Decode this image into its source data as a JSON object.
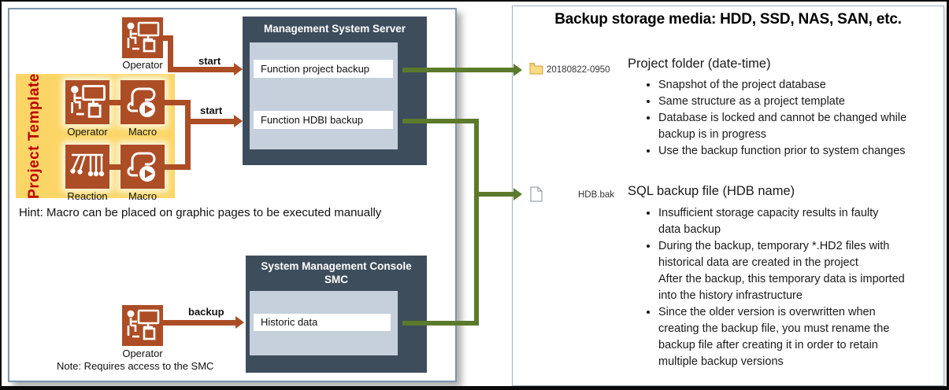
{
  "colors": {
    "rust": "#AC4D26",
    "dark_slate": "#3E4D5C",
    "inner_panel_blue": "#C5D0DC",
    "template_yellow": "#FBD666",
    "template_text_red": "#C00000",
    "connector_green": "#5C7A2C",
    "panel_border_blue": "#7D96AE"
  },
  "left_panel": {
    "operator_top_label": "Operator",
    "start_label_1": "start",
    "start_label_2": "start",
    "project_template_label": "Project Template",
    "operator_mid_label": "Operator",
    "macro_top_label": "Macro",
    "reaction_label": "Reaction",
    "macro_bottom_label": "Macro",
    "hint": "Hint: Macro can be placed on graphic pages to be executed manually",
    "server": {
      "title": "Management System Server",
      "function_1": "Function project backup",
      "function_2": "Function HDBI backup"
    },
    "smc": {
      "title_line_1": "System Management Console",
      "title_line_2": "SMC",
      "function_1": "Historic data"
    },
    "backup_label": "backup",
    "operator_bottom_label": "Operator",
    "note": "Note: Requires access to the SMC"
  },
  "right_panel": {
    "title": "Backup storage media: HDD, SSD, NAS, SAN, etc.",
    "folder_section": {
      "file_label": "20180822-0950",
      "heading": "Project folder (date-time)",
      "bullets": [
        "Snapshot of the project database",
        "Same structure as a project template",
        "Database is locked and cannot be changed while\nbackup is in progress",
        "Use the backup function prior to system changes"
      ]
    },
    "sql_section": {
      "file_label": "HDB.bak",
      "heading": "SQL backup file (HDB name)",
      "bullets": [
        "Insufficient storage capacity results in faulty\ndata backup",
        "During the backup, temporary *.HD2 files with\nhistorical data are created in the project\nAfter the backup, this temporary data is imported\ninto the history infrastructure",
        "Since the older version is overwritten when\ncreating the backup file, you must rename the\nbackup file after creating it in order to retain\nmultiple backup versions"
      ]
    }
  }
}
